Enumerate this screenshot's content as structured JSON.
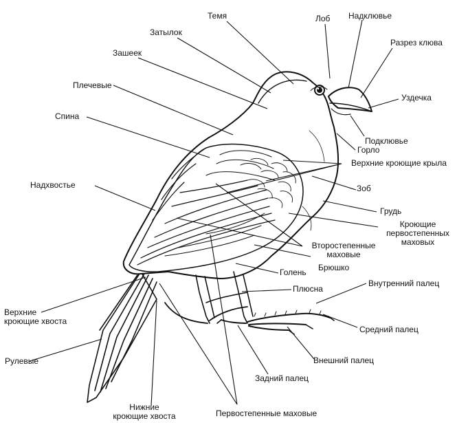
{
  "diagram": {
    "labels": {
      "temya": "Темя",
      "lob": "Лоб",
      "nadklyuve": "Надклювье",
      "zatylok": "Затылок",
      "razrez_klyuva": "Разрез клюва",
      "zasheek": "Зашеек",
      "plechevye": "Плечевые",
      "uzdechka": "Уздечка",
      "spina": "Спина",
      "podklyuve": "Подклювье",
      "gorlo": "Горло",
      "verkhnie_kroyushchie_kryla": "Верхние кроющие крыла",
      "nadkhvoste": "Надхвостье",
      "zob": "Зоб",
      "grud": "Грудь",
      "kroyushchie_line1": "Кроющие",
      "kroyushchie_line2": "первостепенных",
      "kroyushchie_line3": "маховых",
      "vtorostepennye_line1": "Второстепенные",
      "vtorostepennye_line2": "маховые",
      "bryushko": "Брюшко",
      "golen": "Голень",
      "plyusna": "Плюсна",
      "vnutrenniy_palets": "Внутренний палец",
      "verkhnie_kh_line1": "Верхние",
      "verkhnie_kh_line2": "кроющие хвоста",
      "sredniy_palets": "Средний палец",
      "rulevye": "Рулевые",
      "vneshniy_palets": "Внешний палец",
      "zadniy_palets": "Задний палец",
      "nizhnie_line1": "Нижние",
      "nizhnie_line2": "кроющие хвоста",
      "pervostepennye_makhovye": "Первостепенные маховые"
    }
  }
}
